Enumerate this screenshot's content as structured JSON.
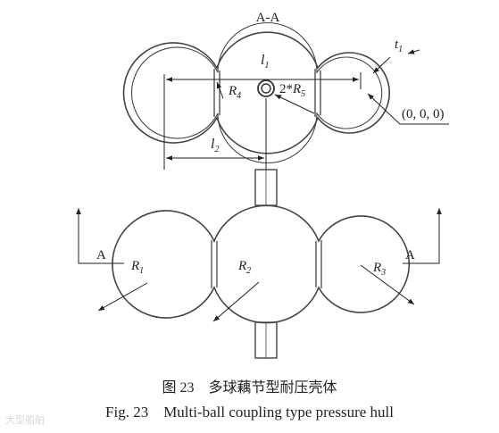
{
  "section_title": "A-A",
  "labels": {
    "l1": "l",
    "l1_sub": "1",
    "l2": "l",
    "l2_sub": "2",
    "t1": "t",
    "t1_sub": "1",
    "R4": "R",
    "R4_sub": "4",
    "R5_prefix": "2*",
    "R5": "R",
    "R5_sub": "5",
    "origin": "(0, 0, 0)",
    "R1": "R",
    "R1_sub": "1",
    "R2": "R",
    "R2_sub": "2",
    "R3": "R",
    "R3_sub": "3",
    "section_left": "A",
    "section_right": "A"
  },
  "caption": {
    "cn": "图 23　多球藕节型耐压壳体",
    "en": "Fig. 23　Multi-ball coupling type pressure hull"
  },
  "watermark": "大型船舶"
}
